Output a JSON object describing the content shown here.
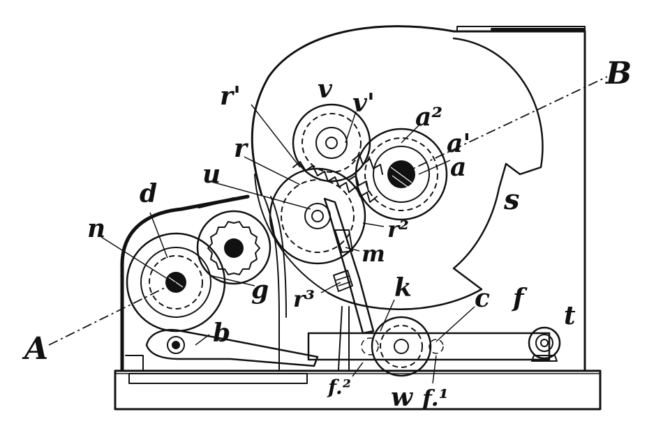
{
  "labels": {
    "A": "A",
    "B": "B",
    "n": "n",
    "d": "d",
    "g": "g",
    "b": "b",
    "u": "u",
    "r": "r",
    "r1": "r'",
    "v": "v",
    "v1": "v'",
    "a2": "a²",
    "a1": "a'",
    "a": "a",
    "s": "s",
    "r2": "r²",
    "m": "m",
    "r3": "r³",
    "k": "k",
    "c": "c",
    "f": "f",
    "t": "t",
    "w": "w",
    "f1": "f.¹",
    "f2": "f.²"
  },
  "colors": {
    "ink": "#111111",
    "paper": "#ffffff"
  }
}
